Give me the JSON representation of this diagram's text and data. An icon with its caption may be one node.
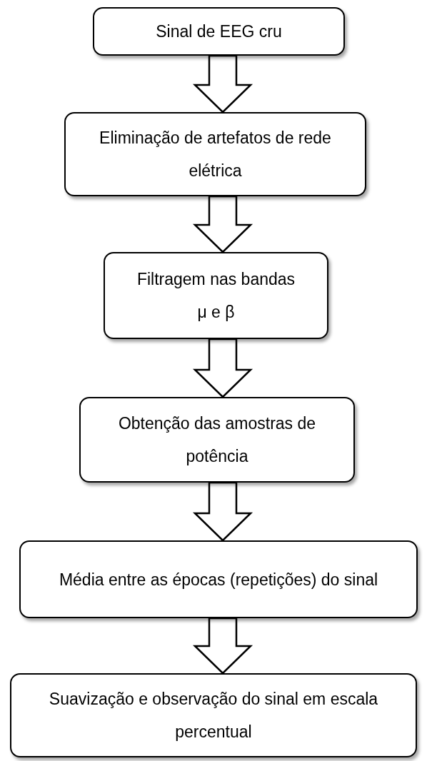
{
  "diagram": {
    "nodes": [
      {
        "text": [
          "Sinal de EEG cru"
        ]
      },
      {
        "text": [
          "Eliminação de artefatos de rede elétrica"
        ]
      },
      {
        "text": [
          "Filtragem nas bandas μ e β"
        ]
      },
      {
        "text": [
          "Obtenção das amostras de potência"
        ]
      },
      {
        "text": [
          "Média entre as épocas (repetições) do sinal"
        ]
      },
      {
        "text": [
          "Suavização e observação do sinal em escala percentual"
        ]
      }
    ],
    "edges": [
      {
        "from": 0,
        "to": 1,
        "arrow": "to"
      },
      {
        "from": 1,
        "to": 2,
        "arrow": "to"
      },
      {
        "from": 2,
        "to": 3,
        "arrow": "to"
      },
      {
        "from": 3,
        "to": 4,
        "arrow": "to"
      },
      {
        "from": 4,
        "to": 5,
        "arrow": "to"
      }
    ]
  }
}
